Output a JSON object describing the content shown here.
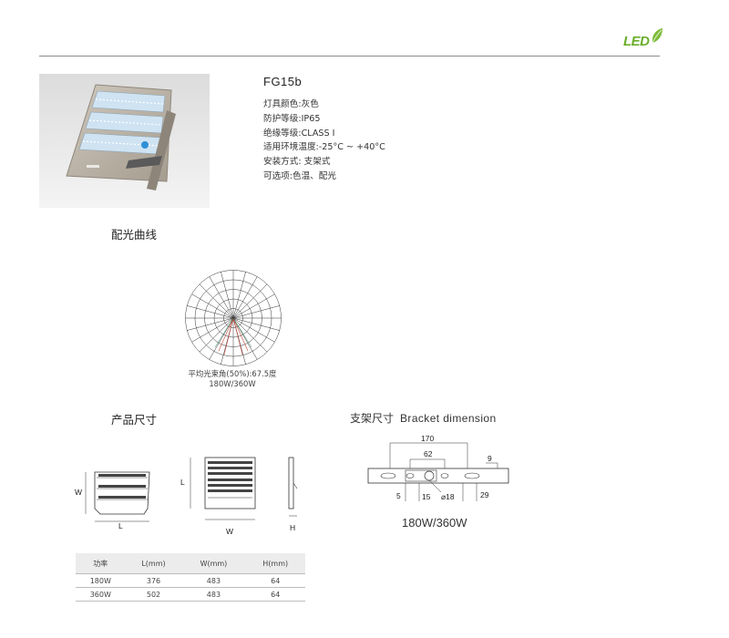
{
  "header": {
    "logo_text": "LED",
    "accent_color": "#6aae2a"
  },
  "product": {
    "model": "FG15b",
    "specs": [
      "灯具颜色:灰色",
      "防护等级:IP65",
      "绝缘等级:CLASS Ⅰ",
      "适用环境温度:-25°C ~ +40°C",
      "安装方式: 支架式",
      "可选项:色温、配光"
    ]
  },
  "light_curve": {
    "title": "配光曲线",
    "caption_line1": "平均光束角(50%):67.5度",
    "caption_line2": "180W/360W"
  },
  "product_size": {
    "title": "产品尺寸",
    "labels": {
      "w": "W",
      "l": "L",
      "l2": "L",
      "w2": "W",
      "h": "H"
    }
  },
  "bracket": {
    "title_cn": "支架尺寸",
    "title_en": "Bracket dimension",
    "dims": {
      "d170": "170",
      "d62": "62",
      "d9": "9",
      "d5": "5",
      "d15": "15",
      "d18": "⌀18",
      "d29": "29"
    },
    "caption": "180W/360W"
  },
  "table": {
    "headers": [
      "功率",
      "L(mm)",
      "W(mm)",
      "H(mm)"
    ],
    "rows": [
      [
        "180W",
        "376",
        "483",
        "64"
      ],
      [
        "360W",
        "502",
        "483",
        "64"
      ]
    ]
  }
}
